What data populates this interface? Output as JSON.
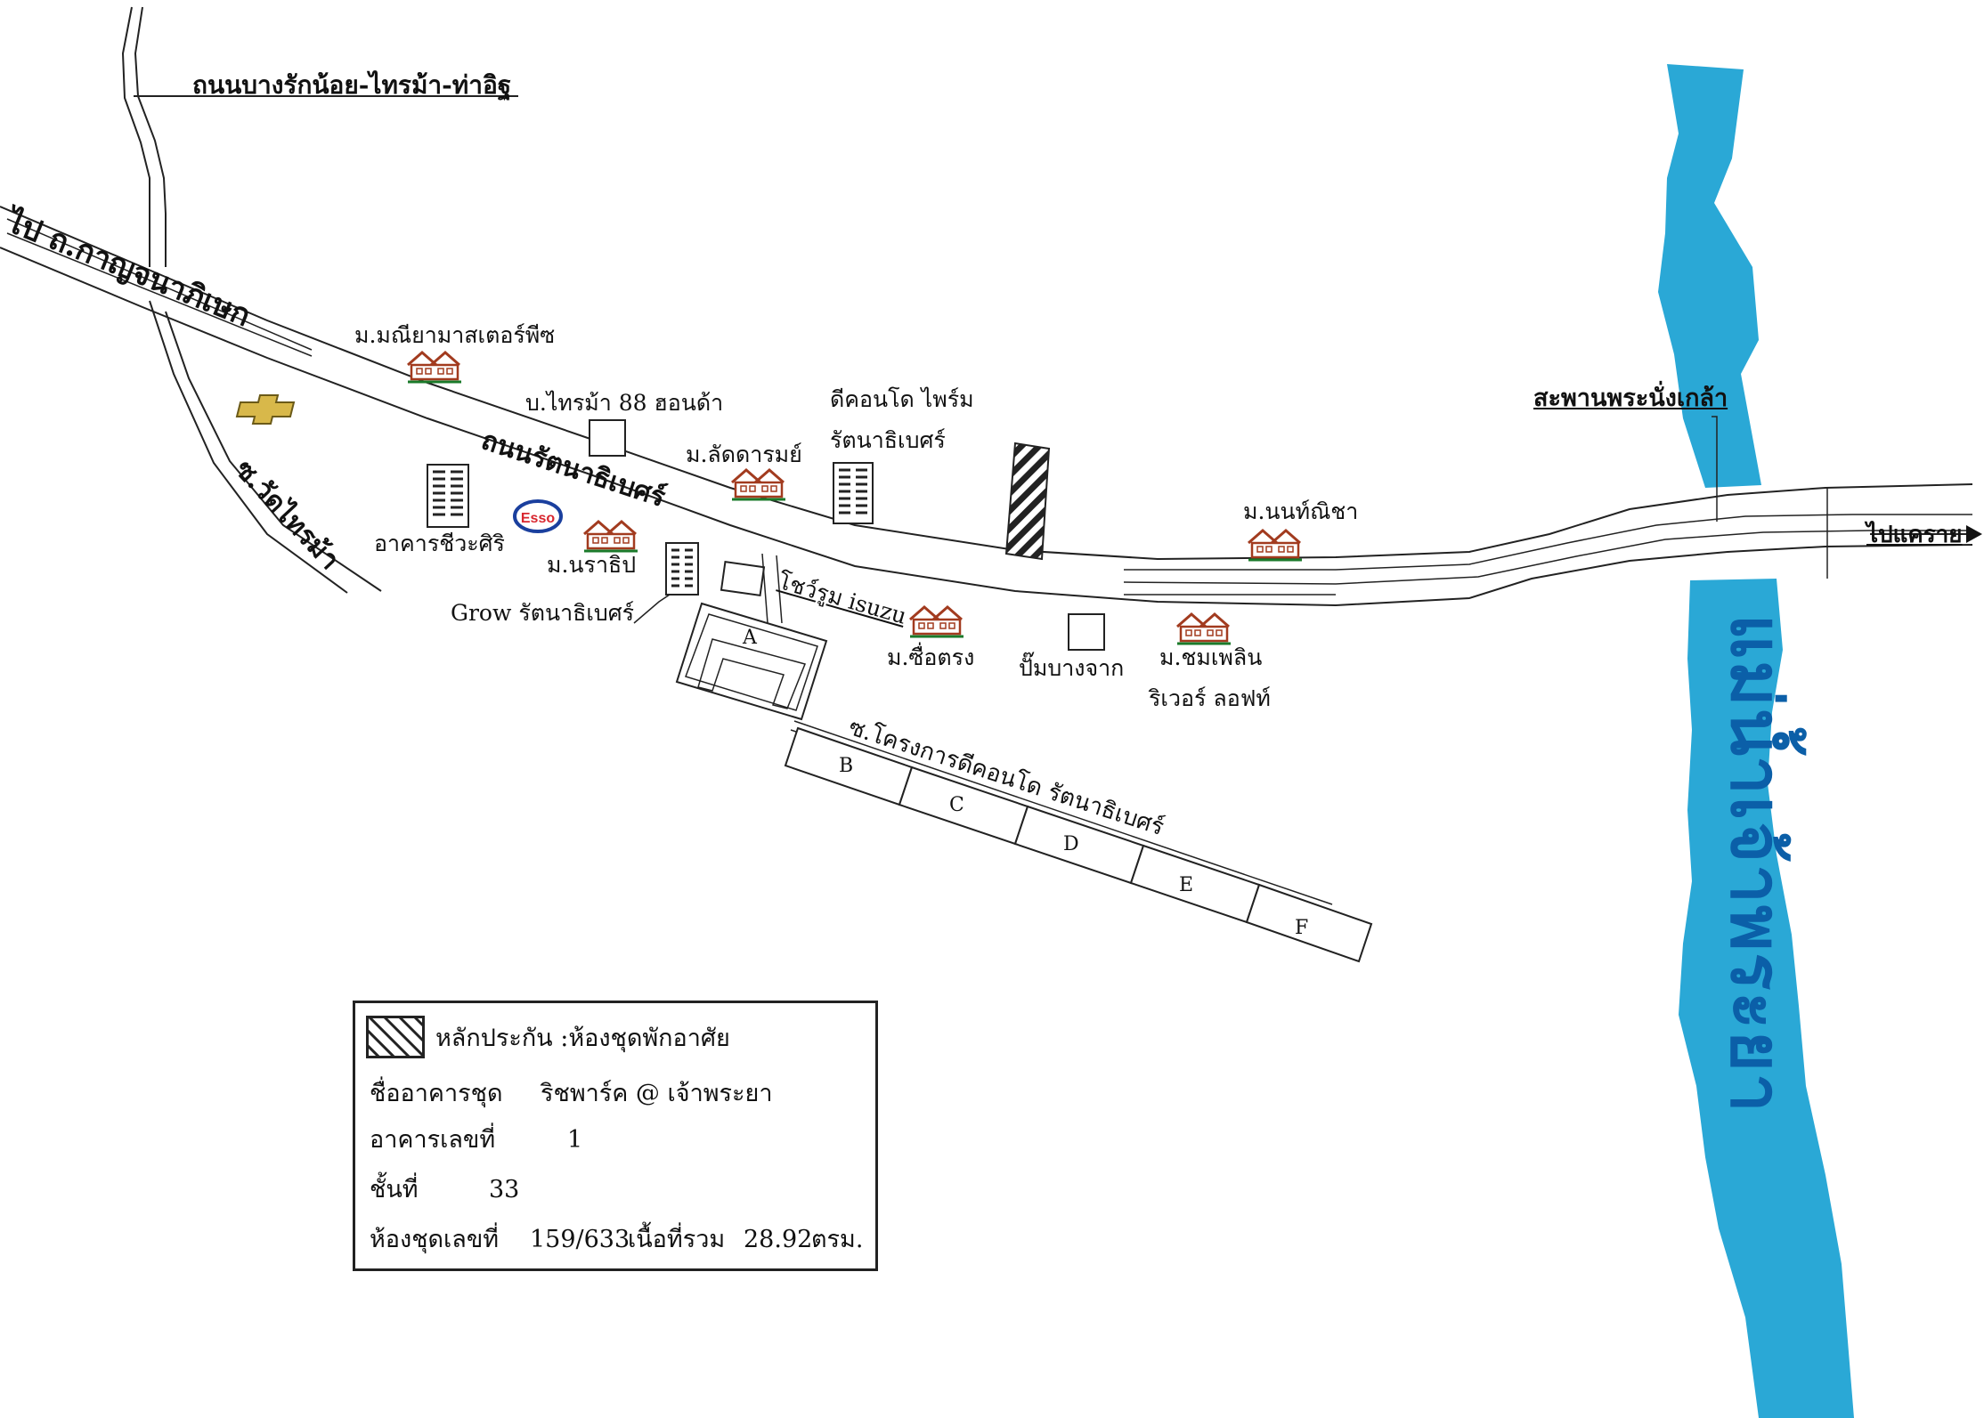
{
  "map": {
    "roads": {
      "top_road": "ถนนบางรักน้อย-ไทรม้า-ท่าอิฐ",
      "to_kanchana": "ไป ถ.กาญจนาภิเษก",
      "main_road": "ถนนรัตนาธิเบศร์",
      "soi_wat": "ซ.วัดไทรม้า",
      "soi_project": "ซ.โครงการดีคอนโด รัตนาธิเบศร์",
      "to_khae_rai": "ไปแคราย"
    },
    "landmarks": {
      "maniya": "ม.มณียามาสเตอร์พีซ",
      "sairma88": "บ.ไทรม้า 88 ฮอนด้า",
      "latdarom": "ม.ลัดดารมย์",
      "dcondo_prime_1": "ดีคอนโด ไพร์ม",
      "dcondo_prime_2": "รัตนาธิเบศร์",
      "chiwasiri": "อาคารชีวะศิริ",
      "narathip": "ม.นราธิป",
      "grow": "Grow รัตนาธิเบศร์",
      "isuzu": "โชว์รูม isuzu",
      "suetrong": "ม.ซื่อตรง",
      "pump": "ปั๊มบางจาก",
      "chomphlern_1": "ม.ชมเพลิน",
      "chomphlern_2": "ริเวอร์ ลอฟท์",
      "nonthanicha": "ม.นนท์ณิชา",
      "bridge": "สะพานพระนั่งเกล้า",
      "esso": "Esso"
    },
    "river_name": "แม่น้ำเจ้าพระยา",
    "plots": [
      "A",
      "B",
      "C",
      "D",
      "E",
      "F"
    ],
    "colors": {
      "river": "#2aa8d6",
      "river_text": "#0b5fa8",
      "house": "#a23b1f",
      "chevrolet": "#d8b84a",
      "esso_blue": "#1a3f9e",
      "esso_red": "#d8262e"
    }
  },
  "legend": {
    "collateral_label": "หลักประกัน :ห้องชุดพักอาศัย",
    "building_name_label": "ชื่ออาคารชุด",
    "building_name_value": "ริชพาร์ค @ เจ้าพระยา",
    "building_no_label": "อาคารเลขที่",
    "building_no_value": "1",
    "floor_label": "ชั้นที่",
    "floor_value": "33",
    "unit_label": "ห้องชุดเลขที่",
    "unit_value": "159/633",
    "area_label": "เนื้อที่รวม",
    "area_value": "28.92",
    "area_unit": "ตรม."
  }
}
